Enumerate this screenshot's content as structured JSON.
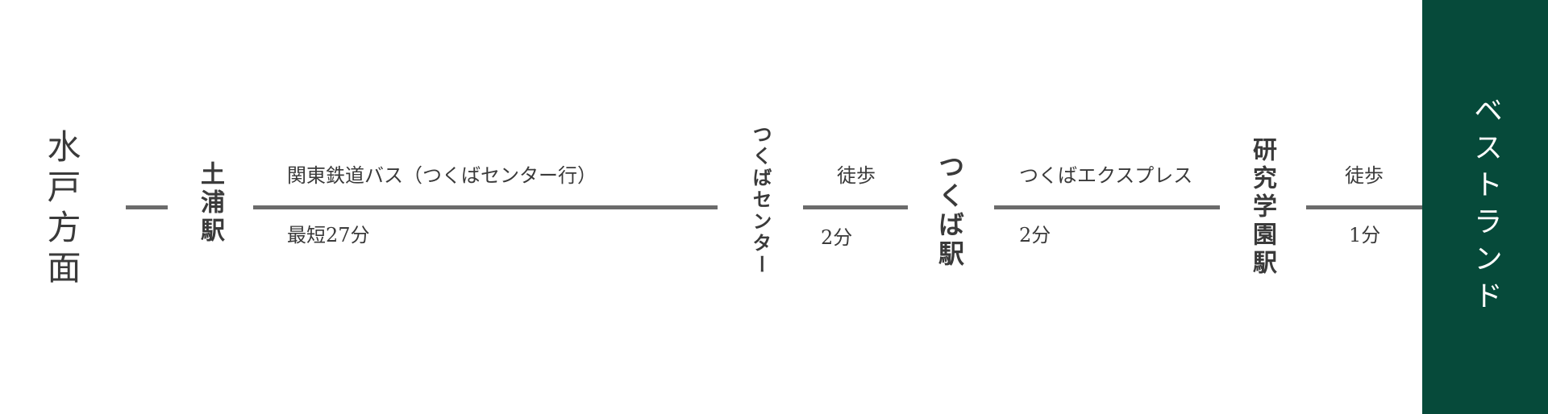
{
  "origin": "水戸方面",
  "stations": {
    "tsuchiura": "土浦駅",
    "tsukuba_center": "つくばセンター",
    "tsukuba": "つくば駅",
    "kenkyu_gakuen": "研究学園駅"
  },
  "segments": {
    "bus": {
      "mode": "関東鉄道バス（つくばセンター行）",
      "time": "最短27分"
    },
    "walk1": {
      "mode": "徒歩",
      "time": "2分"
    },
    "tx": {
      "mode": "つくばエクスプレス",
      "time": "2分"
    },
    "walk2": {
      "mode": "徒歩",
      "time": "1分"
    }
  },
  "destination": "ベストランド",
  "colors": {
    "line": "#6b6b6b",
    "destination_bg": "#064a3a",
    "text": "#3a3a3a"
  }
}
